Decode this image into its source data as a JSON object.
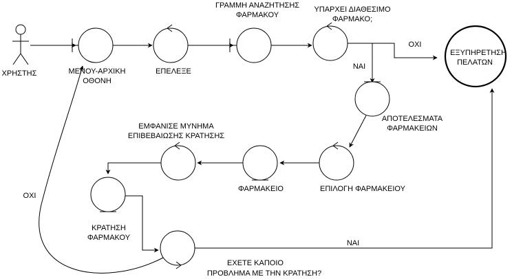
{
  "actor": {
    "label": "ΧΡΗΣΤΗΣ"
  },
  "nodes": {
    "menu": {
      "label_line1": "ΜΕΝΟΥ-ΑΡΧΙΚΗ",
      "label_line2": "ΟΘΟΝΗ"
    },
    "select": {
      "label": "ΕΠΕΛΕΞΕ"
    },
    "searchbar": {
      "label_line1": "ΓΡΑΜΜΗ ΑΝΑΖΗΤΗΣΗΣ",
      "label_line2": "ΦΑΡΜΑΚΟΥ"
    },
    "available": {
      "label_line1": "ΥΠΑΡΧΕΙ ΔΙΑΘΕΣΙΜΟ",
      "label_line2": "ΦΑΡΜΑΚΟ;"
    },
    "customer_service": {
      "label_line1": "ΕΞΥΠΗΡΕΤΗΣΗ",
      "label_line2": "ΠΕΛΑΤΩΝ"
    },
    "results": {
      "label_line1": "ΑΠΟΤΕΛΕΣΜΑΤΑ",
      "label_line2": "ΦΑΡΜΑΚΕΙΩΝ"
    },
    "pharmacy_choice": {
      "label": "ΕΠΙΛΟΓΗ ΦΑΡΜΑΚΕΙΟΥ"
    },
    "pharmacy": {
      "label": "ΦΑΡΜΑΚΕΙΟ"
    },
    "confirm_msg": {
      "label_line1": "ΕΜΦΑΝΙΣΕ ΜΥΝΗΜΑ",
      "label_line2": "ΕΠΙΒΕΒΑΙΩΣΗΣ ΚΡΑΤΗΣΗΣ"
    },
    "booking": {
      "label_line1": "ΚΡΑΤΗΣΗ",
      "label_line2": "ΦΑΡΜΑΚΟΥ"
    },
    "problem": {
      "label_line1": "ΕΧΕΤΕ ΚΑΠΟΙΟ",
      "label_line2": "ΠΡΟΒΛΗΜΑ ΜΕ ΤΗΝ ΚΡΑΤΗΣΗ?"
    }
  },
  "edge_labels": {
    "available_no": "ΟΧΙ",
    "available_yes": "ΝΑΙ",
    "problem_no": "ΟΧΙ",
    "problem_yes": "ΝΑΙ"
  }
}
